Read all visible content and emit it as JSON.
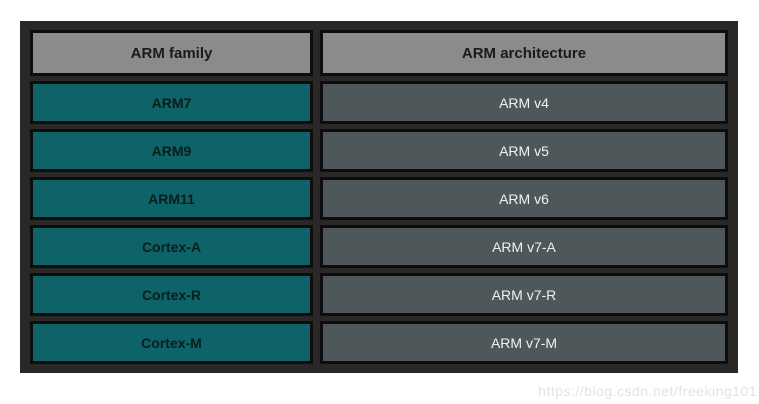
{
  "chart_data": {
    "type": "table",
    "columns": [
      "ARM family",
      "ARM architecture"
    ],
    "rows": [
      [
        "ARM7",
        "ARM v4"
      ],
      [
        "ARM9",
        "ARM v5"
      ],
      [
        "ARM11",
        "ARM v6"
      ],
      [
        "Cortex-A",
        "ARM v7-A"
      ],
      [
        "Cortex-R",
        "ARM v7-R"
      ],
      [
        "Cortex-M",
        "ARM v7-M"
      ]
    ],
    "legend": "none",
    "grid": "off"
  },
  "colors": {
    "page_background": "#ffffff",
    "container_background": "#2a2826",
    "cell_border": "#0e0d0d",
    "header_cell_background": "#8b8b8b",
    "header_text": "#1a1a1a",
    "family_cell_background": "#0d6367",
    "family_text": "#0b1d1d",
    "architecture_cell_background": "#4e585a",
    "architecture_text": "#f2f2f2",
    "watermark_text": "#e3e3e3"
  },
  "watermark": {
    "text": "https://blog.csdn.net/freeking101"
  }
}
